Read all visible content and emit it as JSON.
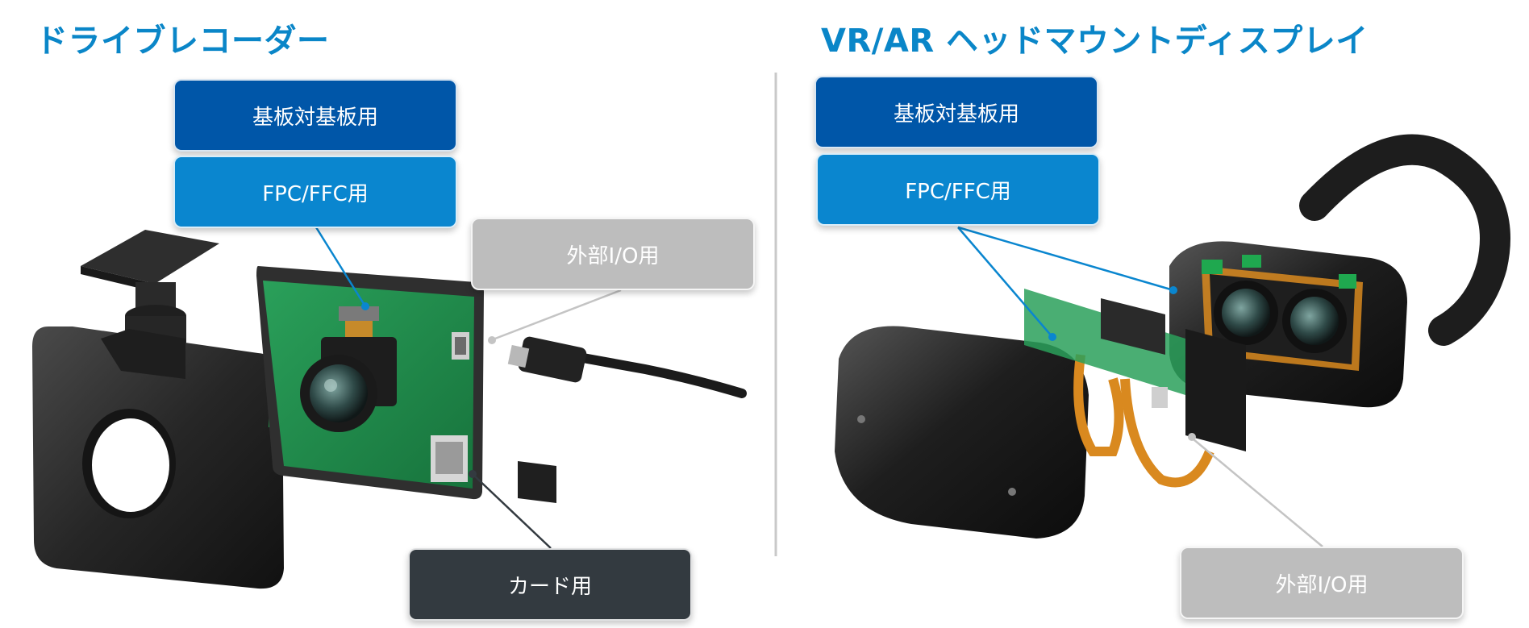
{
  "left": {
    "title": "ドライブレコーダー",
    "labels": {
      "board_to_board": "基板対基板用",
      "fpc_ffc": "FPC/FFC用",
      "external_io": "外部I/O用",
      "card": "カード用"
    }
  },
  "right": {
    "title": "VR/AR ヘッドマウントディスプレイ",
    "labels": {
      "board_to_board": "基板対基板用",
      "fpc_ffc": "FPC/FFC用",
      "external_io": "外部I/O用"
    }
  },
  "colors": {
    "title": "#0a86c8",
    "board_to_board": "#0056a8",
    "fpc_ffc": "#0a86cf",
    "external_io": "#bdbdbd",
    "card": "#333a40",
    "pcb": "#1e8a4a",
    "device_body": "#2b2b2b",
    "flex_cable": "#d9891f"
  }
}
